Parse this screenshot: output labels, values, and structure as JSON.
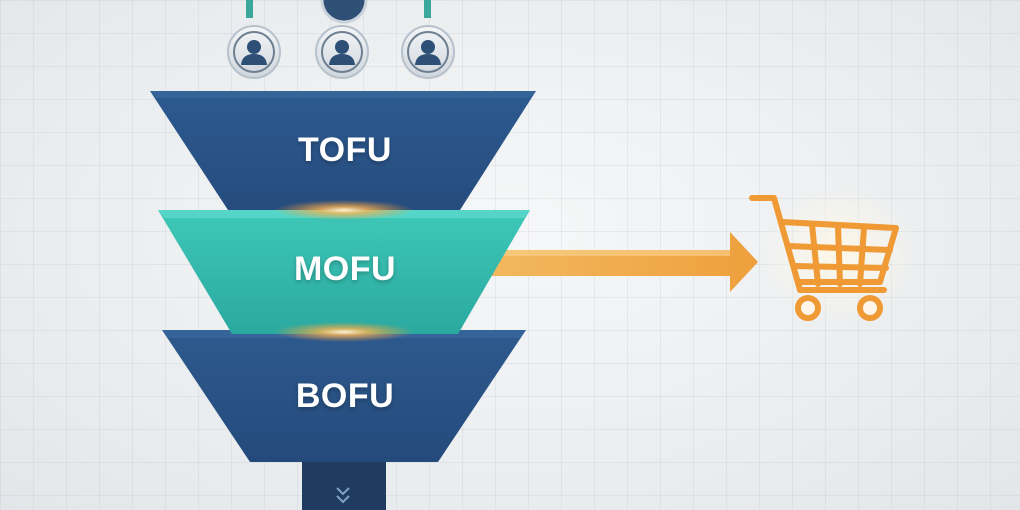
{
  "funnel": {
    "stages": [
      {
        "label": "TOFU",
        "color": "#2f5a8f"
      },
      {
        "label": "MOFU",
        "color": "#34c0b2"
      },
      {
        "label": "BOFU",
        "color": "#2f5a8f"
      }
    ]
  },
  "colors": {
    "navy": "#2f5a8f",
    "teal": "#34c0b2",
    "arrow": "#f0a845",
    "cart": "#ef9a35",
    "connector": "#3aa99b",
    "avatar": "#2f5076"
  },
  "icons": {
    "audience": "person-icon",
    "destination": "shopping-cart-icon",
    "outlet": "chevron-down-icon"
  }
}
